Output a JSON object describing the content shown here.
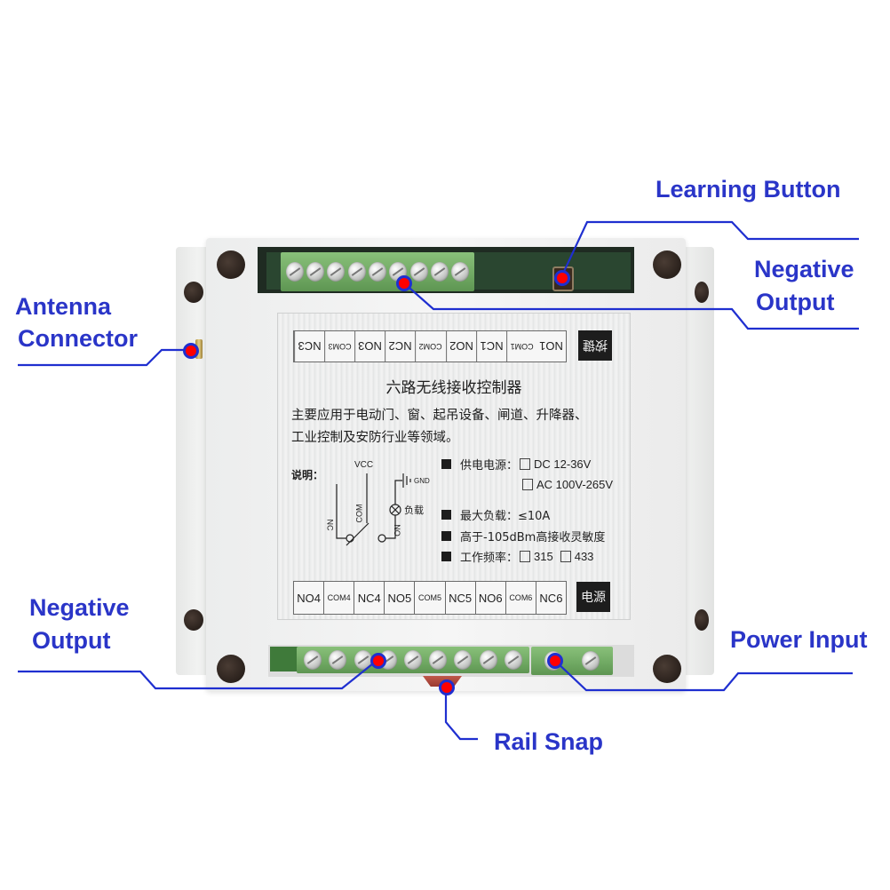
{
  "callouts": {
    "learning_button": "Learning Button",
    "negative_output_top_line1": "Negative",
    "negative_output_top_line2": "Output",
    "antenna_line1": "Antenna",
    "antenna_line2": "Connector",
    "negative_output_bottom_line1": "Negative",
    "negative_output_bottom_line2": "Output",
    "power_input": "Power Input",
    "rail_snap": "Rail Snap"
  },
  "colors": {
    "label_blue": "#2a35c8",
    "line_blue": "#1f2fd0",
    "marker_red": "#ff0000",
    "terminal_green": "#6fa862",
    "pcb_green": "#2a4630",
    "housing_gray": "#eeeeee"
  },
  "panel": {
    "top_terminals": [
      "NC3",
      "COM3",
      "NO3",
      "NC2",
      "COM2",
      "NO2",
      "NC1",
      "COM1",
      "NO1"
    ],
    "top_tag": "按键",
    "title": "六路无线接收控制器",
    "description_line1": "主要应用于电动门、窗、起吊设备、闸道、升降器、",
    "description_line2": "工业控制及安防行业等领域。",
    "diagram": {
      "caption": "说明：",
      "vcc": "VCC",
      "gnd": "GND",
      "nc": "NC",
      "com": "COM",
      "no": "NO",
      "load": "负载"
    },
    "specs": {
      "power_label": "供电电源：",
      "power_dc": "DC 12-36V",
      "power_ac": "AC 100V-265V",
      "max_load": "最大负载：≤10A",
      "sensitivity": "高于-105dBm高接收灵敏度",
      "freq_label": "工作频率：",
      "freq_315": "315",
      "freq_433": "433"
    },
    "bottom_terminals": [
      "NO4",
      "COM4",
      "NC4",
      "NO5",
      "COM5",
      "NC5",
      "NO6",
      "COM6",
      "NC6"
    ],
    "bottom_tag": "电源"
  }
}
